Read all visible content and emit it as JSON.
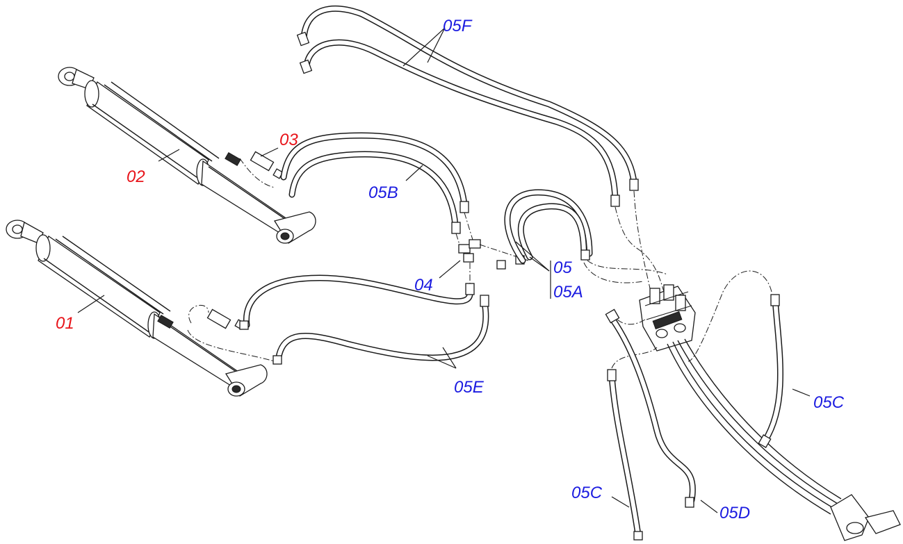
{
  "colors": {
    "line": "#1a1a1a",
    "background": "#ffffff",
    "callout_red": "#e8141a",
    "callout_blue": "#1b1be0"
  },
  "callouts": {
    "c01": {
      "text": "01",
      "color": "red"
    },
    "c02": {
      "text": "02",
      "color": "red"
    },
    "c03": {
      "text": "03",
      "color": "red"
    },
    "c04": {
      "text": "04",
      "color": "blue"
    },
    "c05": {
      "text": "05",
      "color": "blue"
    },
    "c05A": {
      "text": "05A",
      "color": "blue"
    },
    "c05B": {
      "text": "05B",
      "color": "blue"
    },
    "c05C_right": {
      "text": "05C",
      "color": "blue"
    },
    "c05C_bottom": {
      "text": "05C",
      "color": "blue"
    },
    "c05D": {
      "text": "05D",
      "color": "blue"
    },
    "c05E": {
      "text": "05E",
      "color": "blue"
    },
    "c05F": {
      "text": "05F",
      "color": "blue"
    }
  }
}
